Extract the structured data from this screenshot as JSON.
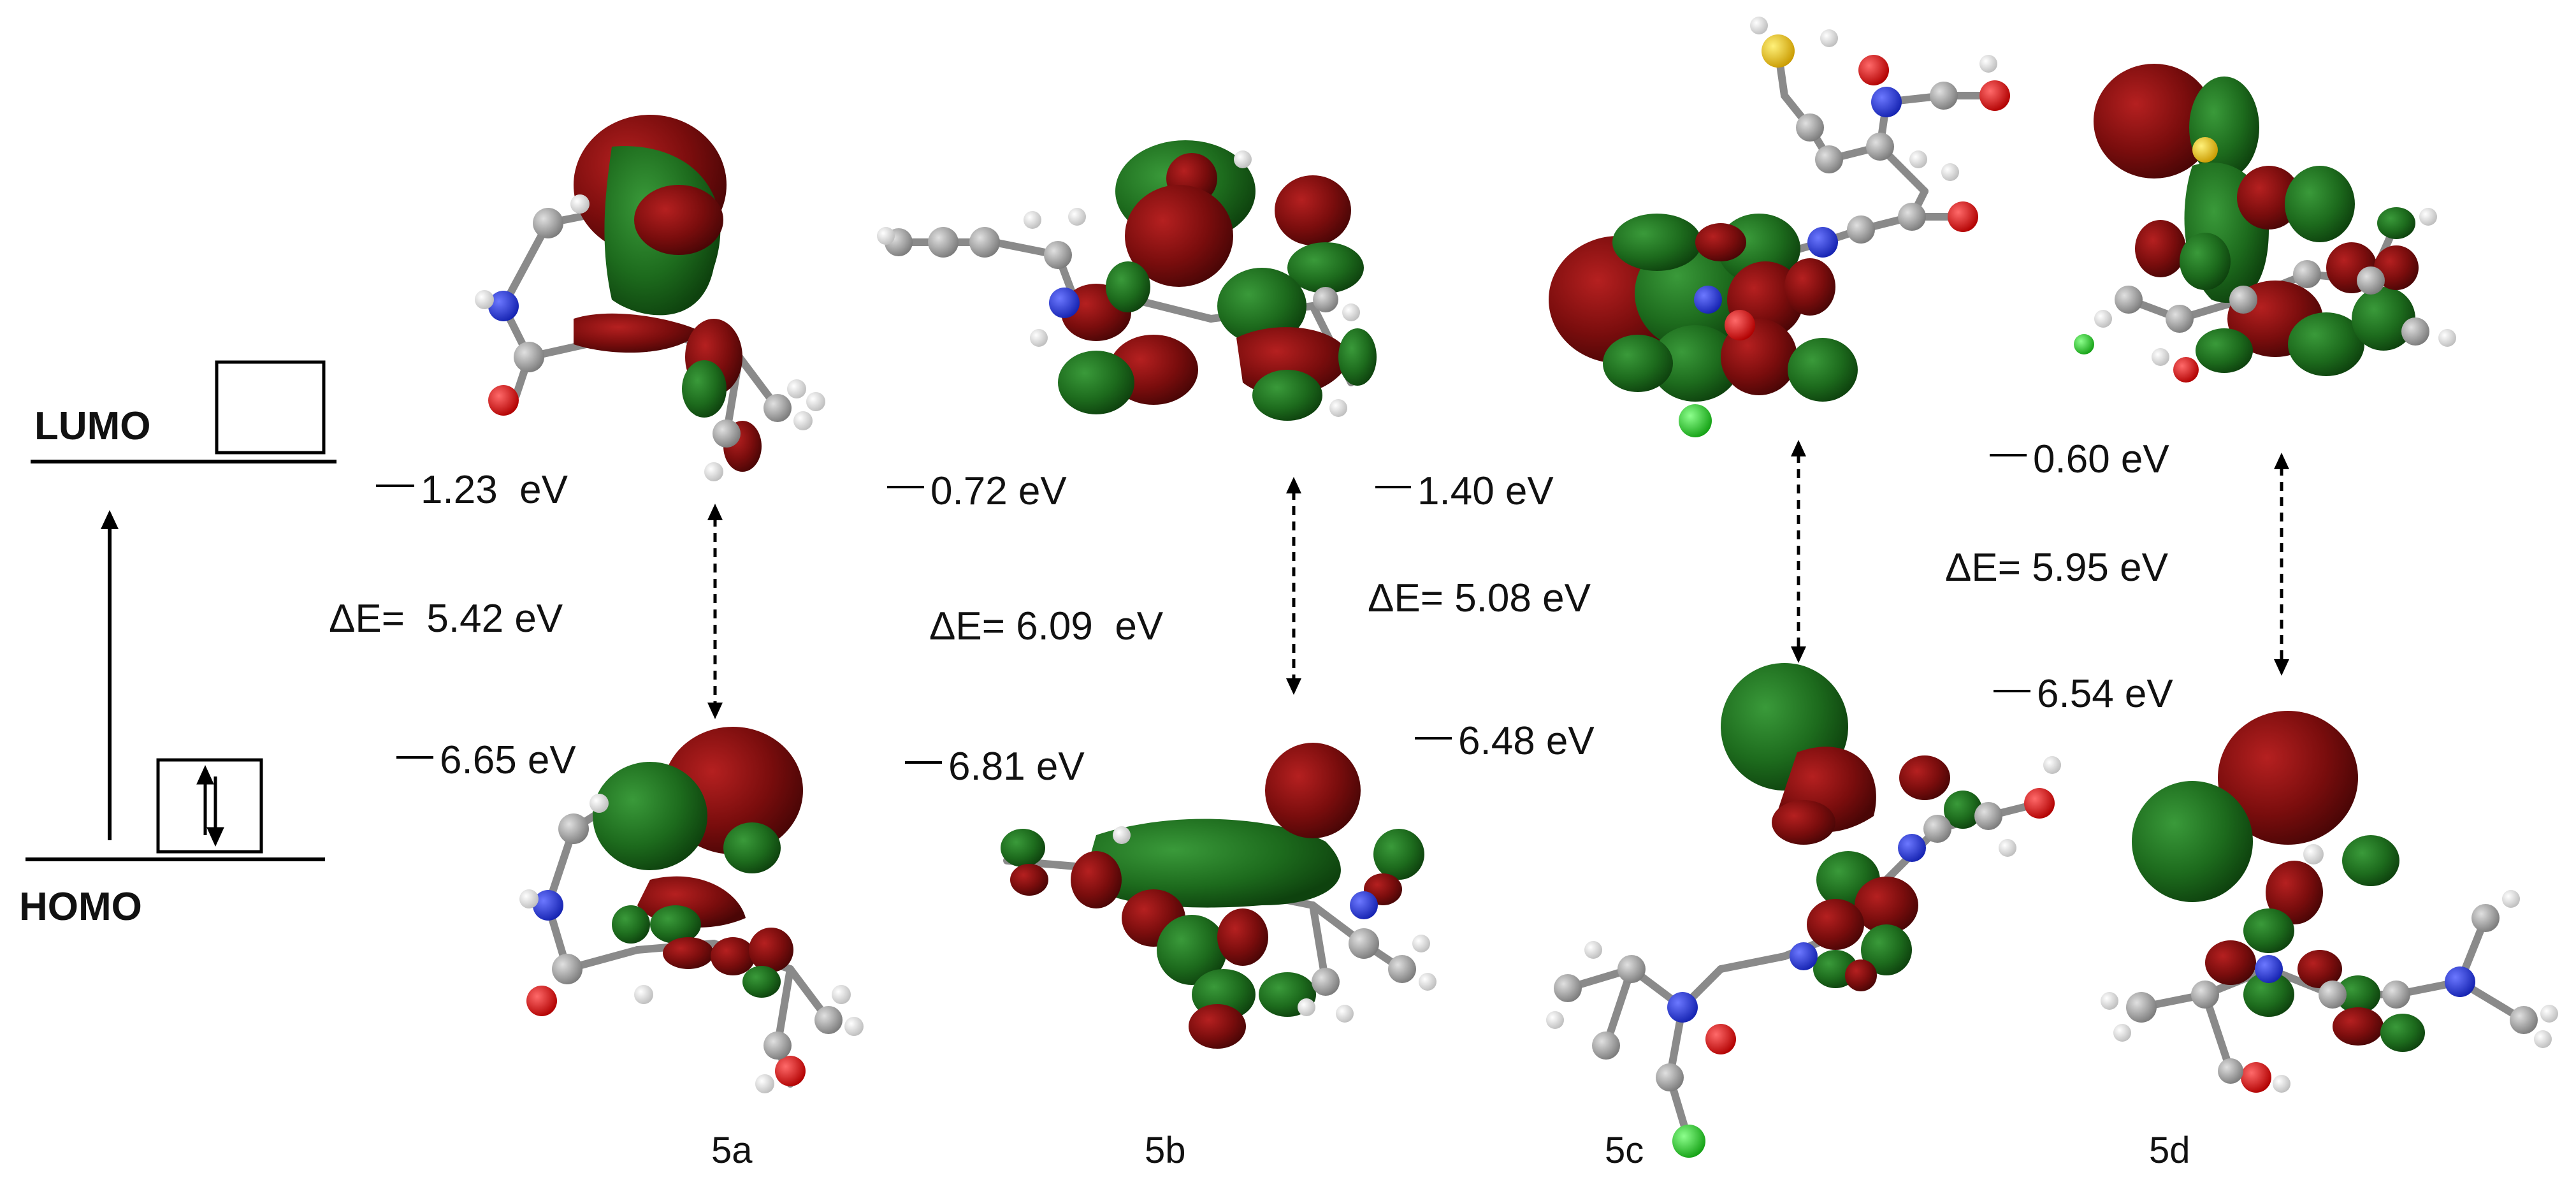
{
  "levels": {
    "lumo_label": "LUMO",
    "homo_label": "HOMO"
  },
  "colors": {
    "orbital_positive": "#7a0d0d",
    "orbital_negative": "#1d6b1d",
    "carbon": "#9b9b9b",
    "hydrogen": "#f2f2f2",
    "nitrogen": "#1f2fd6",
    "oxygen": "#e01010",
    "sulfur": "#e6b800",
    "chlorine": "#22cc22"
  },
  "compounds": [
    {
      "name": "5a",
      "lumo": "1.23  eV",
      "homo": "6.65 eV",
      "gap": "ΔE=  5.42 eV"
    },
    {
      "name": "5b",
      "lumo": "0.72 eV",
      "homo": "6.81 eV",
      "gap": "ΔE= 6.09  eV"
    },
    {
      "name": "5c",
      "lumo": "1.40 eV",
      "homo": "6.48 eV",
      "gap": "ΔE= 5.08 eV"
    },
    {
      "name": "5d",
      "lumo": "0.60 eV",
      "homo": "6.54 eV",
      "gap": "ΔE= 5.95 eV"
    }
  ]
}
